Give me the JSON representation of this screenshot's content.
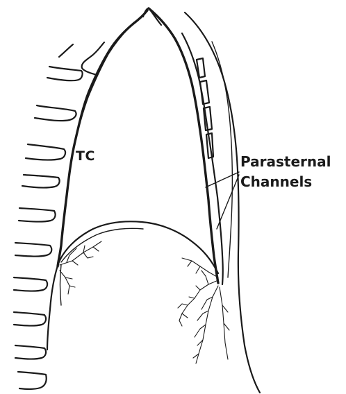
{
  "labels": {
    "tc": "TC",
    "parasternal_line1": "Parasternal",
    "parasternal_line2": "Channels"
  },
  "colors": {
    "ink": "#1a1a1a",
    "background": "#ffffff"
  }
}
